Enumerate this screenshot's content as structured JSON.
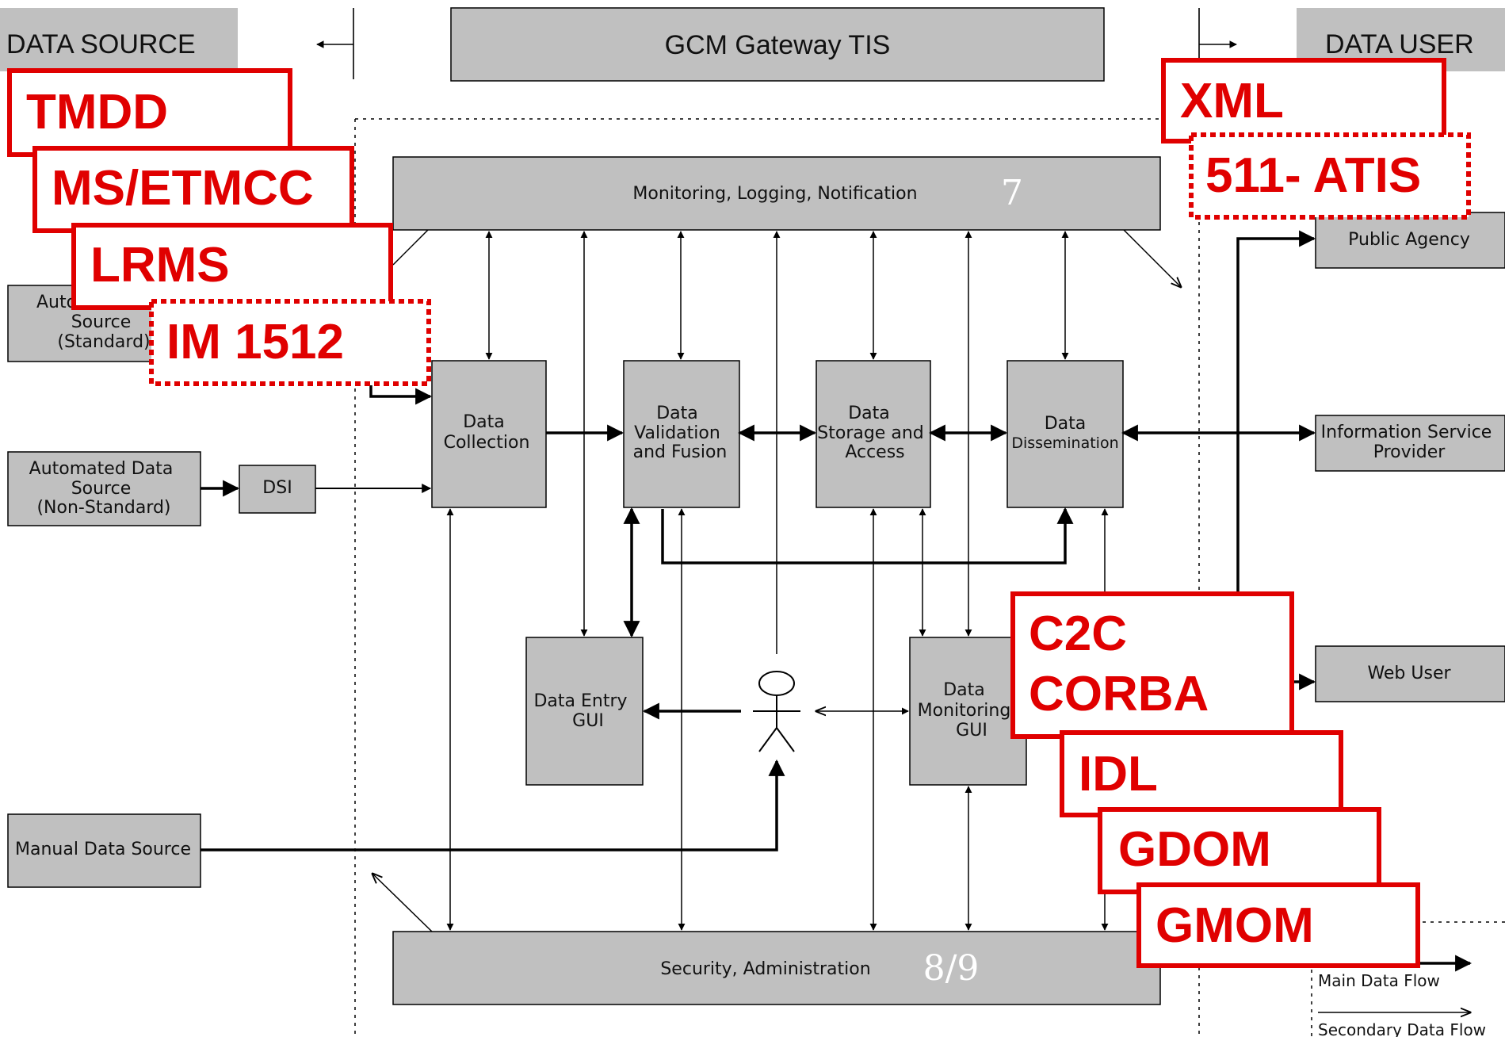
{
  "header": {
    "left": "DATA SOURCE",
    "center": "GCM Gateway TIS",
    "right": "DATA USER"
  },
  "sources": {
    "standard": [
      "Auto",
      "Source",
      "(Standard)"
    ],
    "nonstandard": [
      "Automated Data",
      "Source",
      "(Non-Standard)"
    ],
    "dsi": "DSI",
    "manual": "Manual Data Source"
  },
  "core": {
    "monitoring": "Monitoring, Logging, Notification",
    "monitoring_num": "7",
    "security": "Security, Administration",
    "security_num": "8/9",
    "collection": [
      "Data",
      "Collection"
    ],
    "validation": [
      "Data",
      "Validation",
      "and Fusion"
    ],
    "storage": [
      "Data",
      "Storage and",
      "Access"
    ],
    "dissemination": [
      "Data",
      "Dissemination"
    ],
    "entry_gui": [
      "Data Entry",
      "GUI"
    ],
    "monitoring_gui": [
      "Data",
      "Monitoring",
      "GUI"
    ]
  },
  "users": {
    "public_agency": "Public Agency",
    "isp": [
      "Information Service",
      "Provider"
    ],
    "web_user": "Web User"
  },
  "legend": {
    "main": "Main Data Flow",
    "secondary": "Secondary Data Flow"
  },
  "tags": {
    "tmdd": "TMDD",
    "ms_etmcc": "MS/ETMCC",
    "lrms": "LRMS",
    "im1512": "IM 1512",
    "xml": "XML",
    "atis": "511- ATIS",
    "c2c": "C2C",
    "corba": "CORBA",
    "idl": "IDL",
    "gdom": "GDOM",
    "gmom": "GMOM"
  },
  "colors": {
    "box_fill": "#c0c0c0",
    "tag_red": "#e00000",
    "line": "#000000"
  }
}
